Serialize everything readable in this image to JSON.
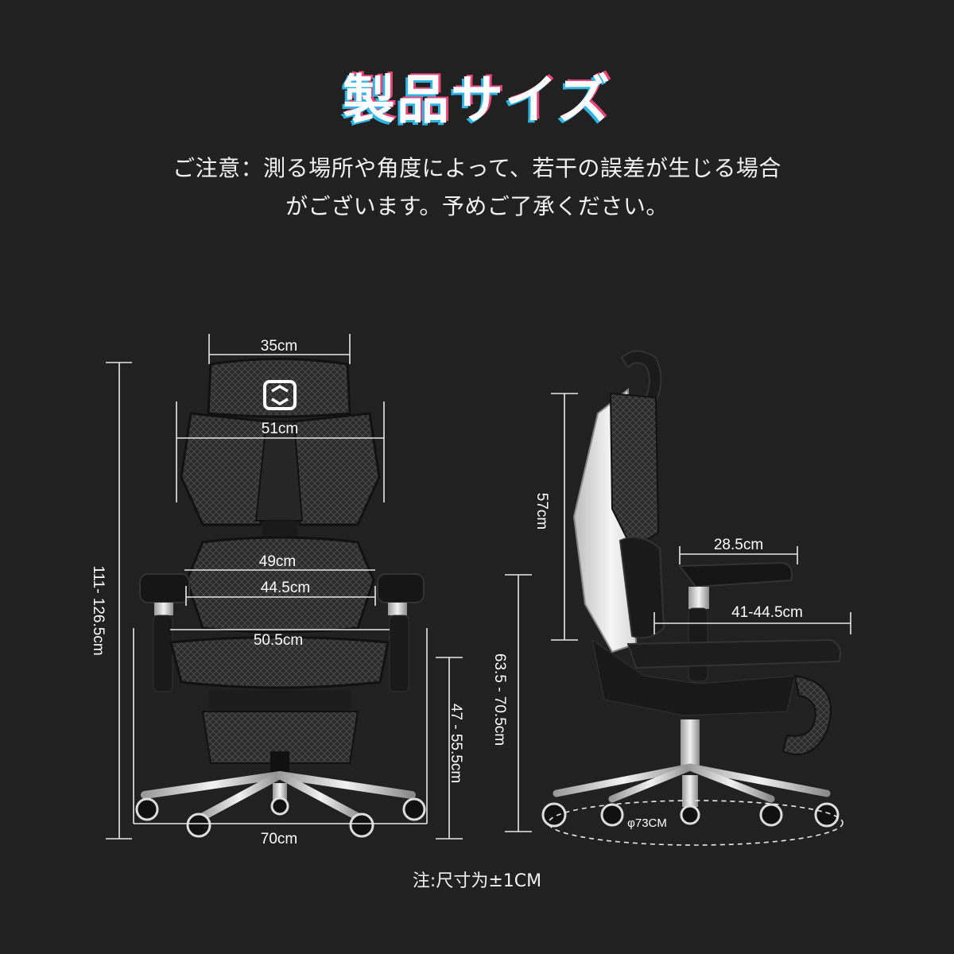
{
  "header": {
    "title": "製品サイズ",
    "note_line1": "ご注意：測る場所や角度によって、若干の誤差が生じる場合",
    "note_line2": "がございます。予めご了承ください。"
  },
  "front_view": {
    "headrest_width": "35cm",
    "backrest_width": "51cm",
    "lumbar_width": "49cm",
    "armrest_inner_width": "44.5cm",
    "seat_width": "50.5cm",
    "base_width": "70cm",
    "total_height": "111- 126.5cm",
    "seat_height": "47 - 55.5cm"
  },
  "side_view": {
    "backrest_height": "57cm",
    "armrest_depth": "28.5cm",
    "seat_depth": "41-44.5cm",
    "armrest_height": "63.5 - 70.5cm",
    "base_diameter": "φ73CM"
  },
  "footer": {
    "note": "注:尺寸为±1CM"
  },
  "colors": {
    "background": "#212121",
    "title_shadow_cyan": "#2fb4e6",
    "title_shadow_pink": "#e8457a"
  }
}
